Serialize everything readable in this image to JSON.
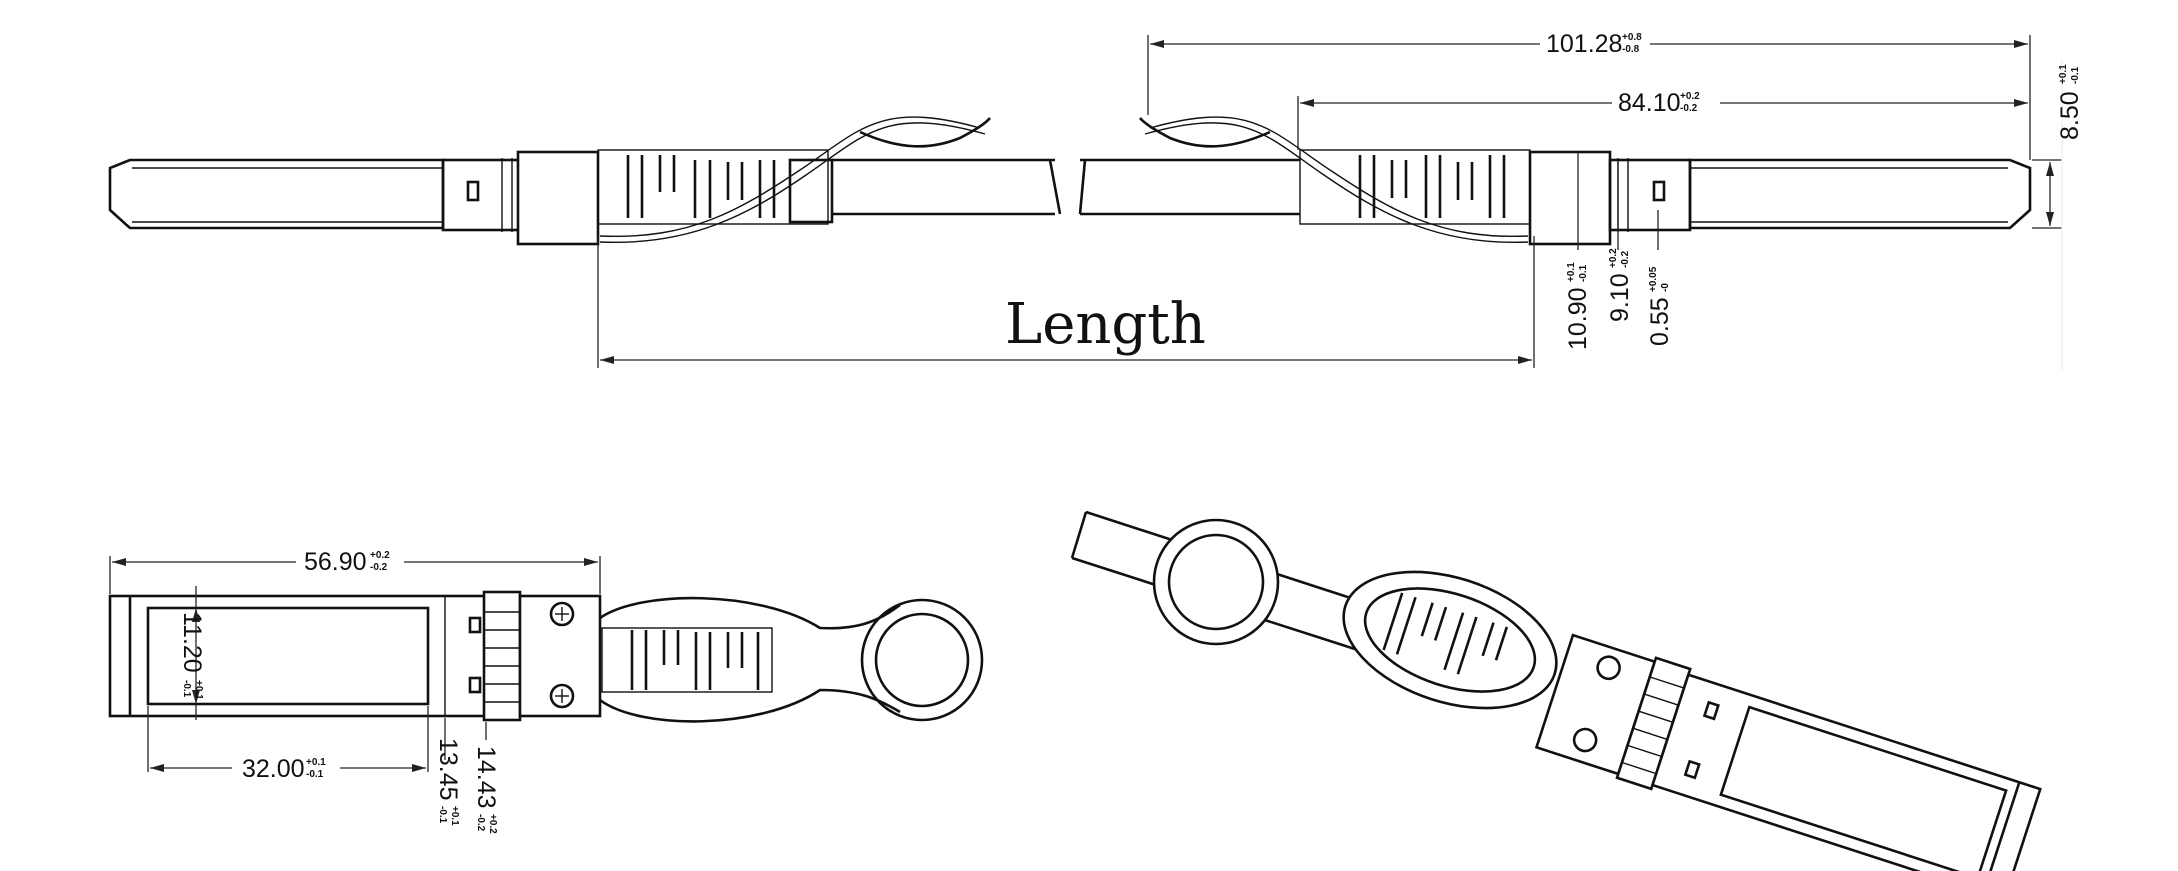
{
  "drawing": {
    "length_label": "Length",
    "dimensions": {
      "overall": {
        "value": "101.28",
        "tol_plus": "+0.8",
        "tol_minus": "-0.8"
      },
      "cable_side": {
        "value": "84.10",
        "tol_plus": "+0.2",
        "tol_minus": "-0.2"
      },
      "head_height": {
        "value": "8.50",
        "tol_plus": "+0.1",
        "tol_minus": "-0.1"
      },
      "latch_width": {
        "value": "10.90",
        "tol_plus": "+0.1",
        "tol_minus": "-0.1"
      },
      "boot_width": {
        "value": "9.10",
        "tol_plus": "+0.2",
        "tol_minus": "-0.2"
      },
      "lip": {
        "value": "0.55",
        "tol_plus": "+0.05",
        "tol_minus": "-0"
      },
      "module_length": {
        "value": "56.90",
        "tol_plus": "+0.2",
        "tol_minus": "-0.2"
      },
      "window_width": {
        "value": "11.20",
        "tol_plus": "+0.1",
        "tol_minus": "-0.1"
      },
      "window_length": {
        "value": "32.00",
        "tol_plus": "+0.1",
        "tol_minus": "-0.1"
      },
      "head_depth_a": {
        "value": "13.45",
        "tol_plus": "+0.1",
        "tol_minus": "-0.1"
      },
      "head_depth_b": {
        "value": "14.43",
        "tol_plus": "+0.2",
        "tol_minus": "-0.2"
      }
    }
  }
}
